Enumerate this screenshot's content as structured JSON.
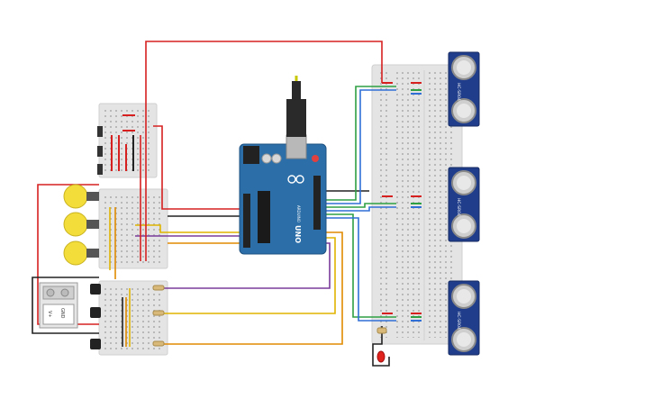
{
  "arduino": {
    "model_label": "UNO",
    "brand_label": "ARDUINO",
    "brand_color": "#2b6ea8",
    "icon": "infinity-logo-icon"
  },
  "sensors": [
    {
      "model": "HC-SR04"
    },
    {
      "model": "HC-SR04"
    },
    {
      "model": "HC-SR04"
    }
  ],
  "power_supply": {
    "label_top": "V+",
    "label_bottom": "GND"
  },
  "bulbs": [
    {
      "icon": "light-bulb-icon",
      "color": "#f2dd3b"
    },
    {
      "icon": "light-bulb-icon",
      "color": "#f2dd3b"
    },
    {
      "icon": "light-bulb-icon",
      "color": "#f2dd3b"
    }
  ],
  "led": {
    "icon": "red-led-icon",
    "color": "#e0231c"
  },
  "wire_colors": {
    "red": "#d62020",
    "black": "#222222",
    "green": "#2ea043",
    "blue": "#2f6fd6",
    "purple": "#7a3a9a",
    "yellow": "#e0b400",
    "orange": "#e08a00"
  }
}
